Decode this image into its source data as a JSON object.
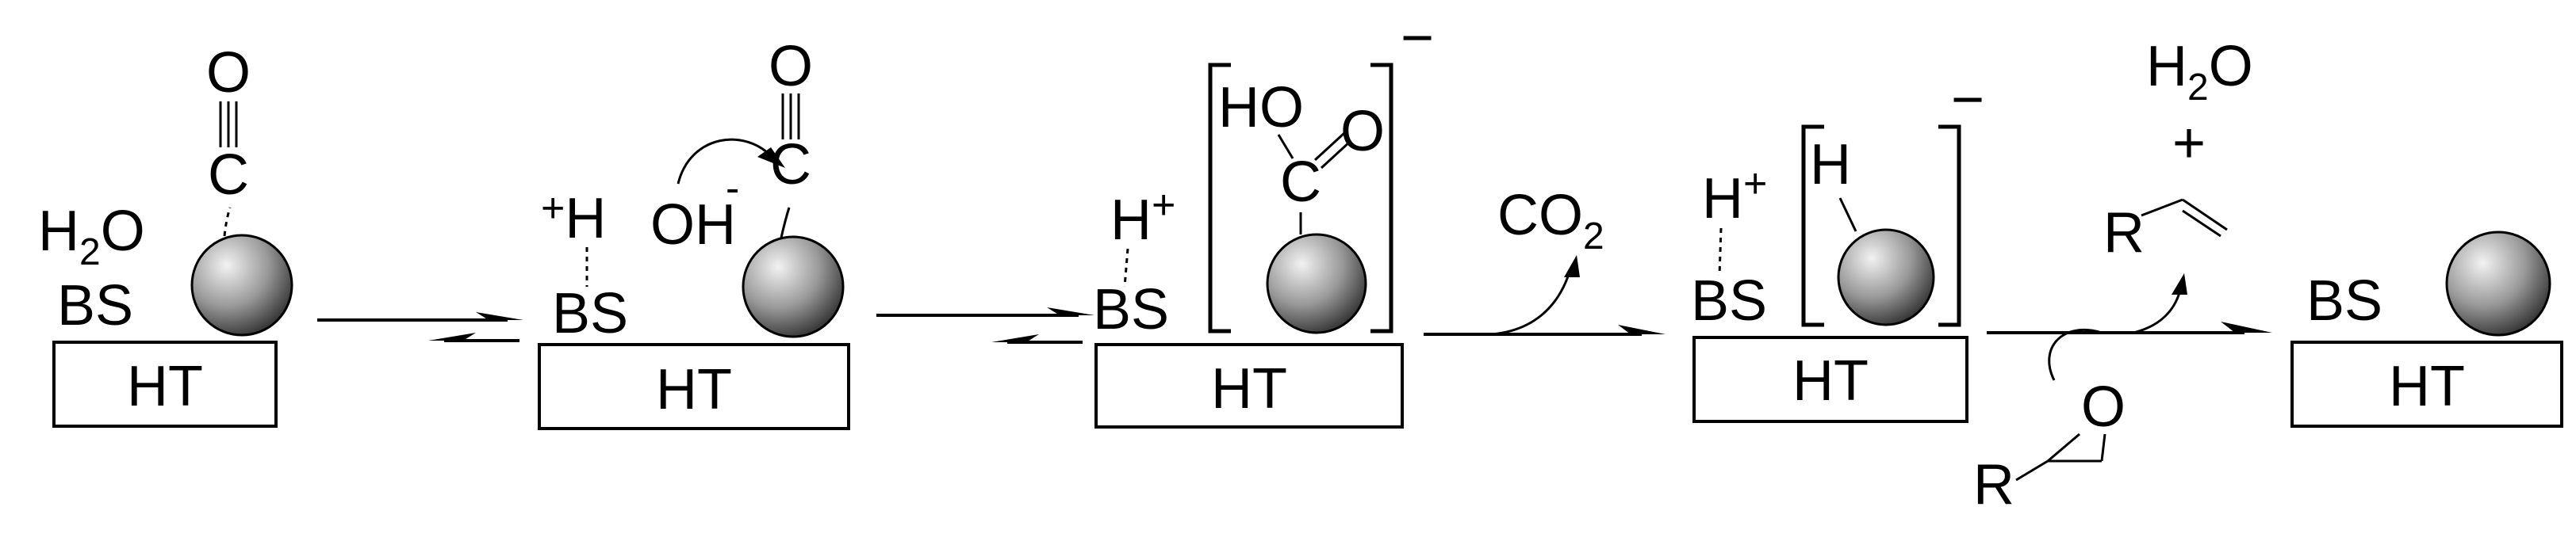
{
  "figure_type": "reaction mechanism scheme",
  "colors": {
    "ink": "#000000",
    "background": "#ffffff",
    "sphere_light": "#f2f2f2",
    "sphere_dark": "#333333"
  },
  "stages": [
    {
      "support": "HT",
      "base": "BS",
      "water": "H",
      "water_sub": "2",
      "water_end": "O",
      "carbonyl_c": "C",
      "carbonyl_o": "O"
    },
    {
      "support": "HT",
      "base": "BS",
      "proton": "H",
      "proton_charge": "+",
      "hydroxide": "OH",
      "hydroxide_charge": "-",
      "carbonyl_c": "C",
      "carbonyl_o": "O"
    },
    {
      "support": "HT",
      "base": "BS",
      "proton": "H",
      "proton_charge": "+",
      "ho": "HO",
      "carboxyl_c": "C",
      "carboxyl_o": "O",
      "charge": "−"
    },
    {
      "support": "HT",
      "base": "BS",
      "proton": "H",
      "proton_charge": "+",
      "hydride": "H",
      "charge": "−"
    },
    {
      "support": "HT",
      "base": "BS"
    }
  ],
  "arrows": [
    {
      "type": "equilibrium"
    },
    {
      "type": "equilibrium"
    },
    {
      "type": "forward",
      "release_main": "CO",
      "release_sub": "2"
    },
    {
      "type": "forward",
      "reactant_r": "R",
      "reactant_o": "O",
      "product_r": "R",
      "product_h2o_main": "H",
      "product_h2o_sub": "2",
      "product_h2o_end": "O",
      "plus": "+"
    }
  ]
}
